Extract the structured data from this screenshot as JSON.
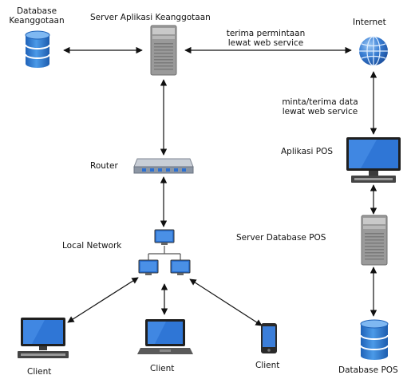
{
  "diagram": {
    "nodes": {
      "database_keanggotaan": {
        "label_line1": "Database",
        "label_line2": "Keanggotaan",
        "icon": "database-icon"
      },
      "server_aplikasi": {
        "label": "Server Aplikasi Keanggotaan",
        "icon": "server-tower-icon"
      },
      "internet": {
        "label": "Internet",
        "icon": "globe-icon"
      },
      "router": {
        "label": "Router",
        "icon": "router-icon"
      },
      "local_network": {
        "label": "Local Network",
        "icon": "network-icon"
      },
      "aplikasi_pos": {
        "label": "Aplikasi POS",
        "icon": "desktop-monitor-icon"
      },
      "server_database_pos": {
        "label": "Server Database POS",
        "icon": "server-tower-icon"
      },
      "database_pos": {
        "label": "Database POS",
        "icon": "database-icon"
      },
      "client_desktop": {
        "label": "Client",
        "icon": "desktop-monitor-icon"
      },
      "client_laptop": {
        "label": "Client",
        "icon": "laptop-icon"
      },
      "client_mobile": {
        "label": "Client",
        "icon": "smartphone-icon"
      }
    },
    "edge_labels": {
      "server_internet_line1": "terima permintaan",
      "server_internet_line2": "lewat web service",
      "internet_pos_line1": "minta/terima data",
      "internet_pos_line2": "lewat web service"
    },
    "colors": {
      "database_blue": "#2f7fd6",
      "monitor_blue": "#2a6fcf",
      "server_gray": "#8d8d8d",
      "globe_blue": "#2f6fc9"
    }
  }
}
